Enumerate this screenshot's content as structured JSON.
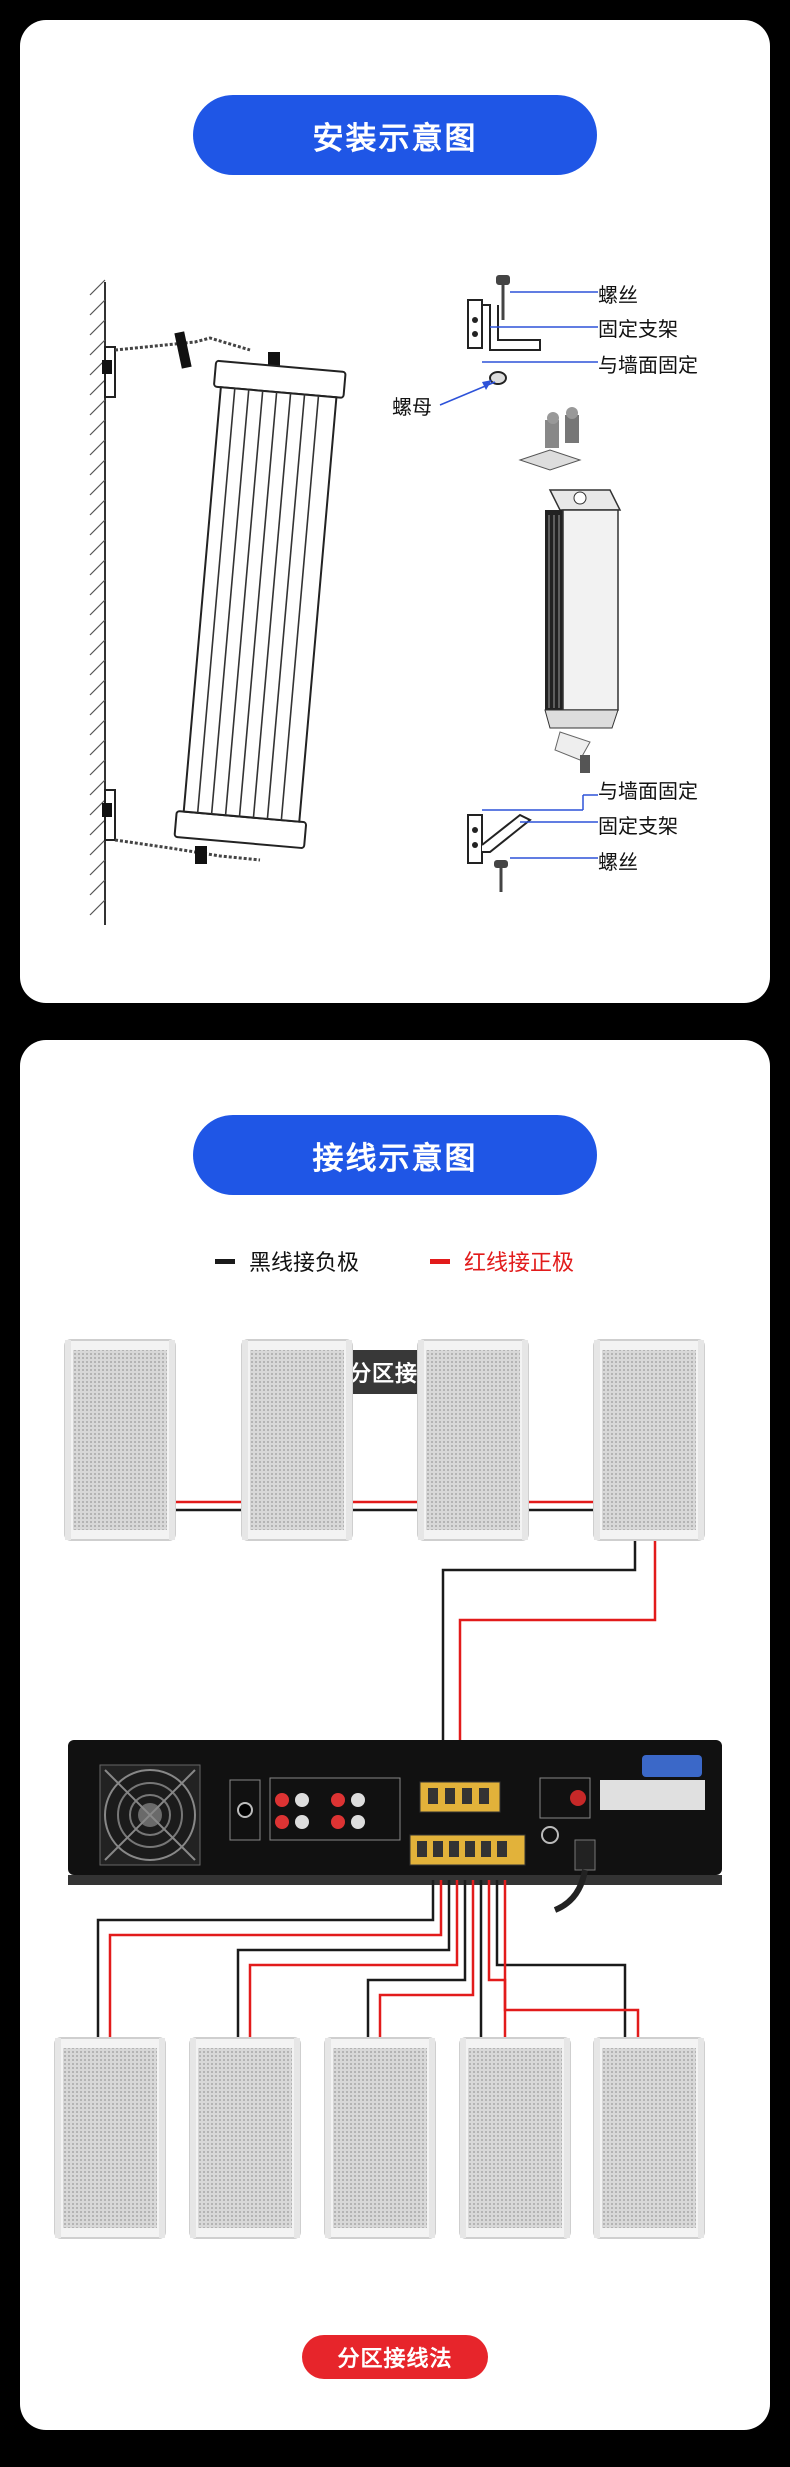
{
  "section1": {
    "title": "安装示意图",
    "labels": {
      "screw_top": "螺丝",
      "bracket_top": "固定支架",
      "wall_top": "与墙面固定",
      "nut": "螺母",
      "wall_bottom": "与墙面固定",
      "bracket_bottom": "固定支架",
      "screw_bottom": "螺丝"
    }
  },
  "section2": {
    "title": "接线示意图",
    "legend": {
      "black": "黑线接负极",
      "red": "红线接正极"
    },
    "no_zone_label": "不分区接线法",
    "zone_label": "分区接线法"
  },
  "colors": {
    "accent_blue": "#1f56e6",
    "wire_red": "#e21b1b",
    "wire_black": "#1a1a1a",
    "tag_dark": "#383838",
    "tag_red": "#e7252b"
  }
}
